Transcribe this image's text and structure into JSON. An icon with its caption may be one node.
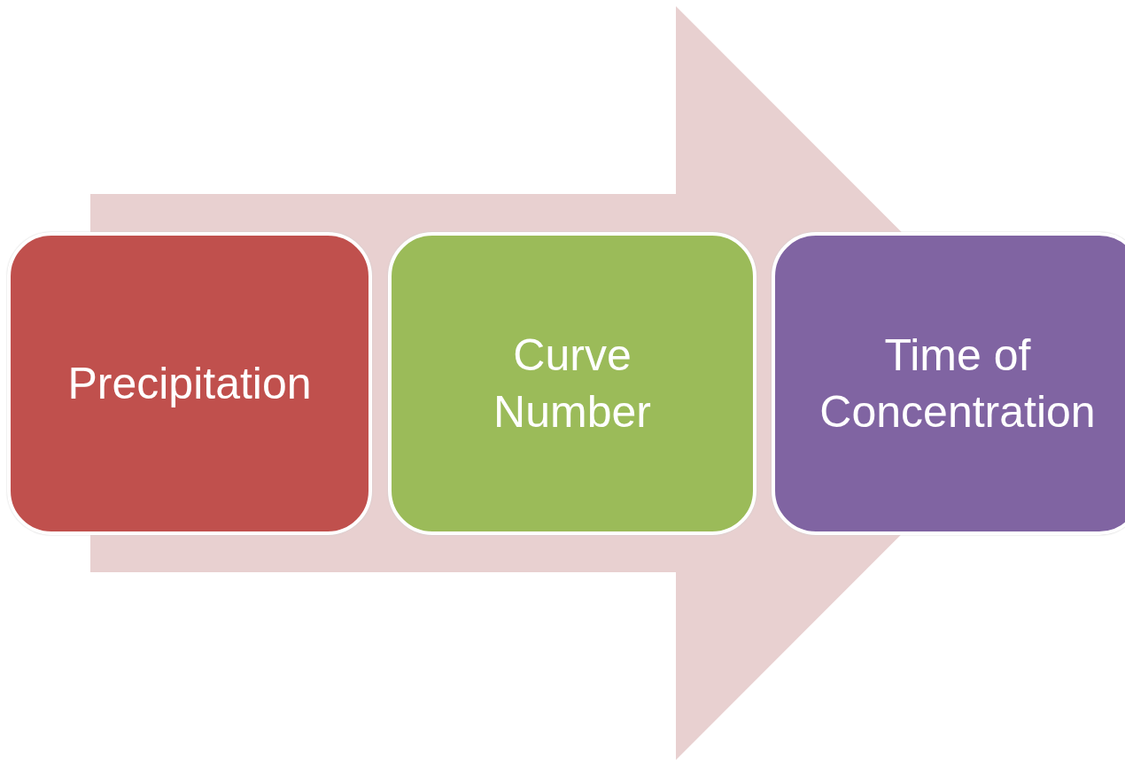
{
  "diagram": {
    "nodes": [
      {
        "text": [
          "Precipitation"
        ]
      },
      {
        "text": [
          "Curve Number"
        ]
      },
      {
        "text": [
          "Time of Concentration"
        ]
      }
    ],
    "edges": [
      {
        "from": 0,
        "to": 2,
        "arrow": "to"
      }
    ]
  }
}
